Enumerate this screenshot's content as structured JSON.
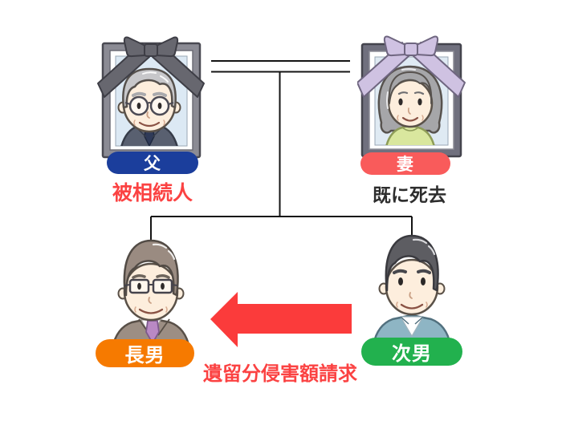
{
  "diagram": {
    "title_hint": "inheritance family tree",
    "nodes": {
      "father": {
        "badge_label": "父",
        "note": "被相続人"
      },
      "wife": {
        "badge_label": "妻",
        "note": "既に死去"
      },
      "eldest_son": {
        "badge_label": "長男"
      },
      "second_son": {
        "badge_label": "次男"
      }
    },
    "arrow": {
      "label": "遺留分侵害額請求",
      "direction": "left"
    }
  },
  "icons": {
    "father_portrait": "memorial-photo-black-ribbon",
    "wife_portrait": "memorial-photo-purple-ribbon",
    "eldest_son": "older-man-with-glasses-avatar",
    "second_son": "middle-aged-man-avatar",
    "arrow": "left-arrow"
  },
  "colors": {
    "father_badge": "#1b3e9c",
    "wife_badge": "#f95b5b",
    "eldest_badge": "#f67a00",
    "second_badge": "#22b14e",
    "arrow": "#fb3b3b",
    "red_text": "#fb4242",
    "black_text": "#2d2d2d",
    "line": "#141414"
  }
}
